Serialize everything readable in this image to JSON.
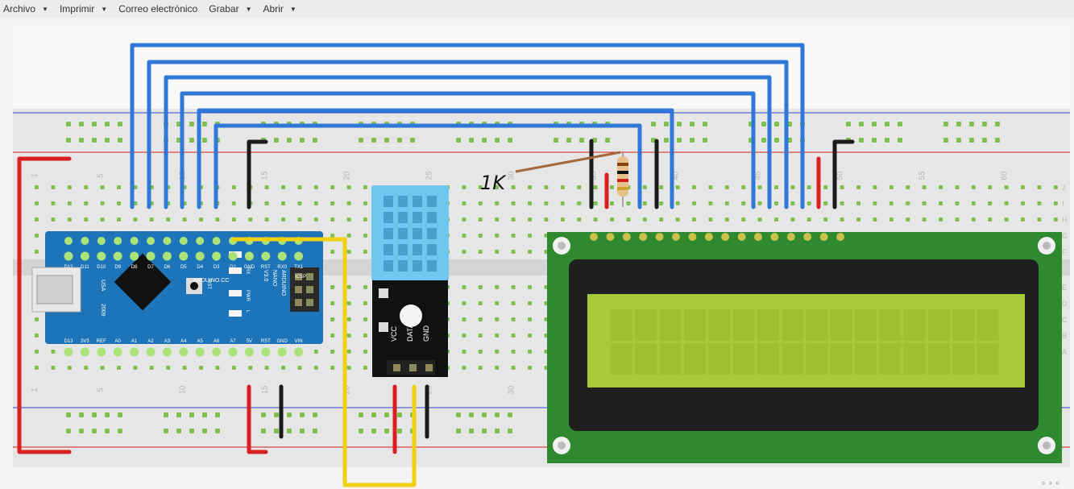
{
  "menu": {
    "items": [
      {
        "label": "Archivo",
        "name": "menu-archivo"
      },
      {
        "label": "Imprimir",
        "name": "menu-imprimir"
      },
      {
        "label": "Correo electrónico",
        "name": "menu-correo",
        "nocaret": true
      },
      {
        "label": "Grabar",
        "name": "menu-grabar"
      },
      {
        "label": "Abrir",
        "name": "menu-abrir"
      }
    ]
  },
  "breadboard": {
    "column_numbers": [
      "1",
      "5",
      "10",
      "15",
      "20",
      "25",
      "30",
      "35",
      "40",
      "45",
      "50",
      "55",
      "60"
    ],
    "row_letters_top": [
      "J",
      "I",
      "H",
      "G",
      "F"
    ],
    "row_letters_bottom": [
      "E",
      "D",
      "C",
      "B",
      "A"
    ]
  },
  "arduino": {
    "model_lines": [
      "ARDUINO",
      "NANO",
      "V3.0"
    ],
    "cc_label": "ARDUINO.CC",
    "usb_label": "USA",
    "year": "2009",
    "icsp": "ICSP",
    "rst_label": "RST",
    "top_pins": [
      "D12",
      "D11",
      "D10",
      "D9",
      "D8",
      "D7",
      "D6",
      "D5",
      "D4",
      "D3",
      "D2",
      "GND",
      "RST",
      "RX0",
      "TX1"
    ],
    "bottom_pins": [
      "D13",
      "3V3",
      "REF",
      "A0",
      "A1",
      "A2",
      "A3",
      "A4",
      "A5",
      "A6",
      "A7",
      "5V",
      "RST",
      "GND",
      "VIN"
    ],
    "led_labels": [
      "TX",
      "RX",
      "PWR",
      "L"
    ]
  },
  "sensor": {
    "pins": [
      "VCC",
      "DATA",
      "GND"
    ]
  },
  "resistor": {
    "annotation": "1K"
  },
  "colors": {
    "breadboard": "#e6e6e6",
    "rail_red": "#d02020",
    "rail_blue": "#2a4fd0",
    "hole": "#7fbf4f",
    "wire_blue": "#2f78d8",
    "wire_red": "#d82020",
    "wire_black": "#1a1a1a",
    "wire_yellow": "#f0d010",
    "arduino_pcb": "#1e74b8",
    "lcd_pcb": "#2f8a2f",
    "lcd_screen": "#a9c93a",
    "sensor_blue": "#6fc6ef"
  }
}
